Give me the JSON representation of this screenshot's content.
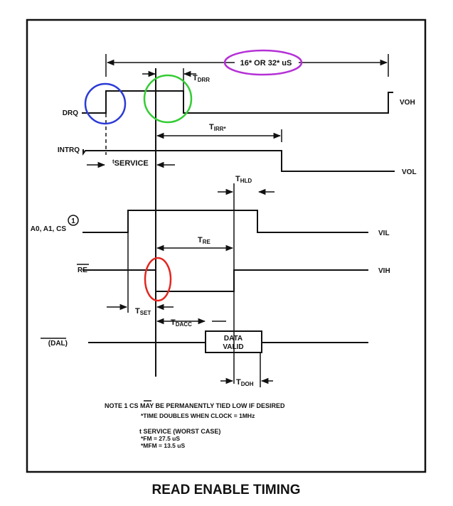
{
  "diagram": {
    "caption": "READ ENABLE TIMING",
    "signals": {
      "drq": "DRQ",
      "intrq": "INTRQ",
      "addr": "A0, A1, CS",
      "addr_note": "1",
      "re": "RE",
      "dal": "(DAL)"
    },
    "levels": {
      "voh": "VOH",
      "vol": "VOL",
      "vil": "VIL",
      "vih": "VIH"
    },
    "timing": {
      "period": "16* OR 32* uS",
      "tdrr_t": "T",
      "tdrr_sub": "DRR",
      "tirr_t": "T",
      "tirr_sub": "IRR*",
      "tservice_t": "t",
      "tservice_sub": "SERVICE",
      "thld_t": "T",
      "thld_sub": "HLD",
      "tre_t": "T",
      "tre_sub": "RE",
      "tset_t": "T",
      "tset_sub": "SET",
      "tdacc_t": "T",
      "tdacc_sub": "DACC",
      "tdoh_t": "T",
      "tdoh_sub": "DOH"
    },
    "data_valid": [
      "DATA",
      "VALID"
    ],
    "notes": {
      "note1": "NOTE  1  CS MAY BE PERMANENTLY TIED LOW IF DESIRED",
      "note_time": "*TIME DOUBLES WHEN CLOCK = 1MHz",
      "service_title": "t SERVICE (WORST CASE)",
      "service_fm": "*FM = 27.5 uS",
      "service_mfm": "*MFM = 13.5 uS"
    },
    "highlight_colors": {
      "blue": "#2b3bd6",
      "green": "#33cc33",
      "magenta": "#b530d6",
      "red": "#e3261f"
    }
  }
}
